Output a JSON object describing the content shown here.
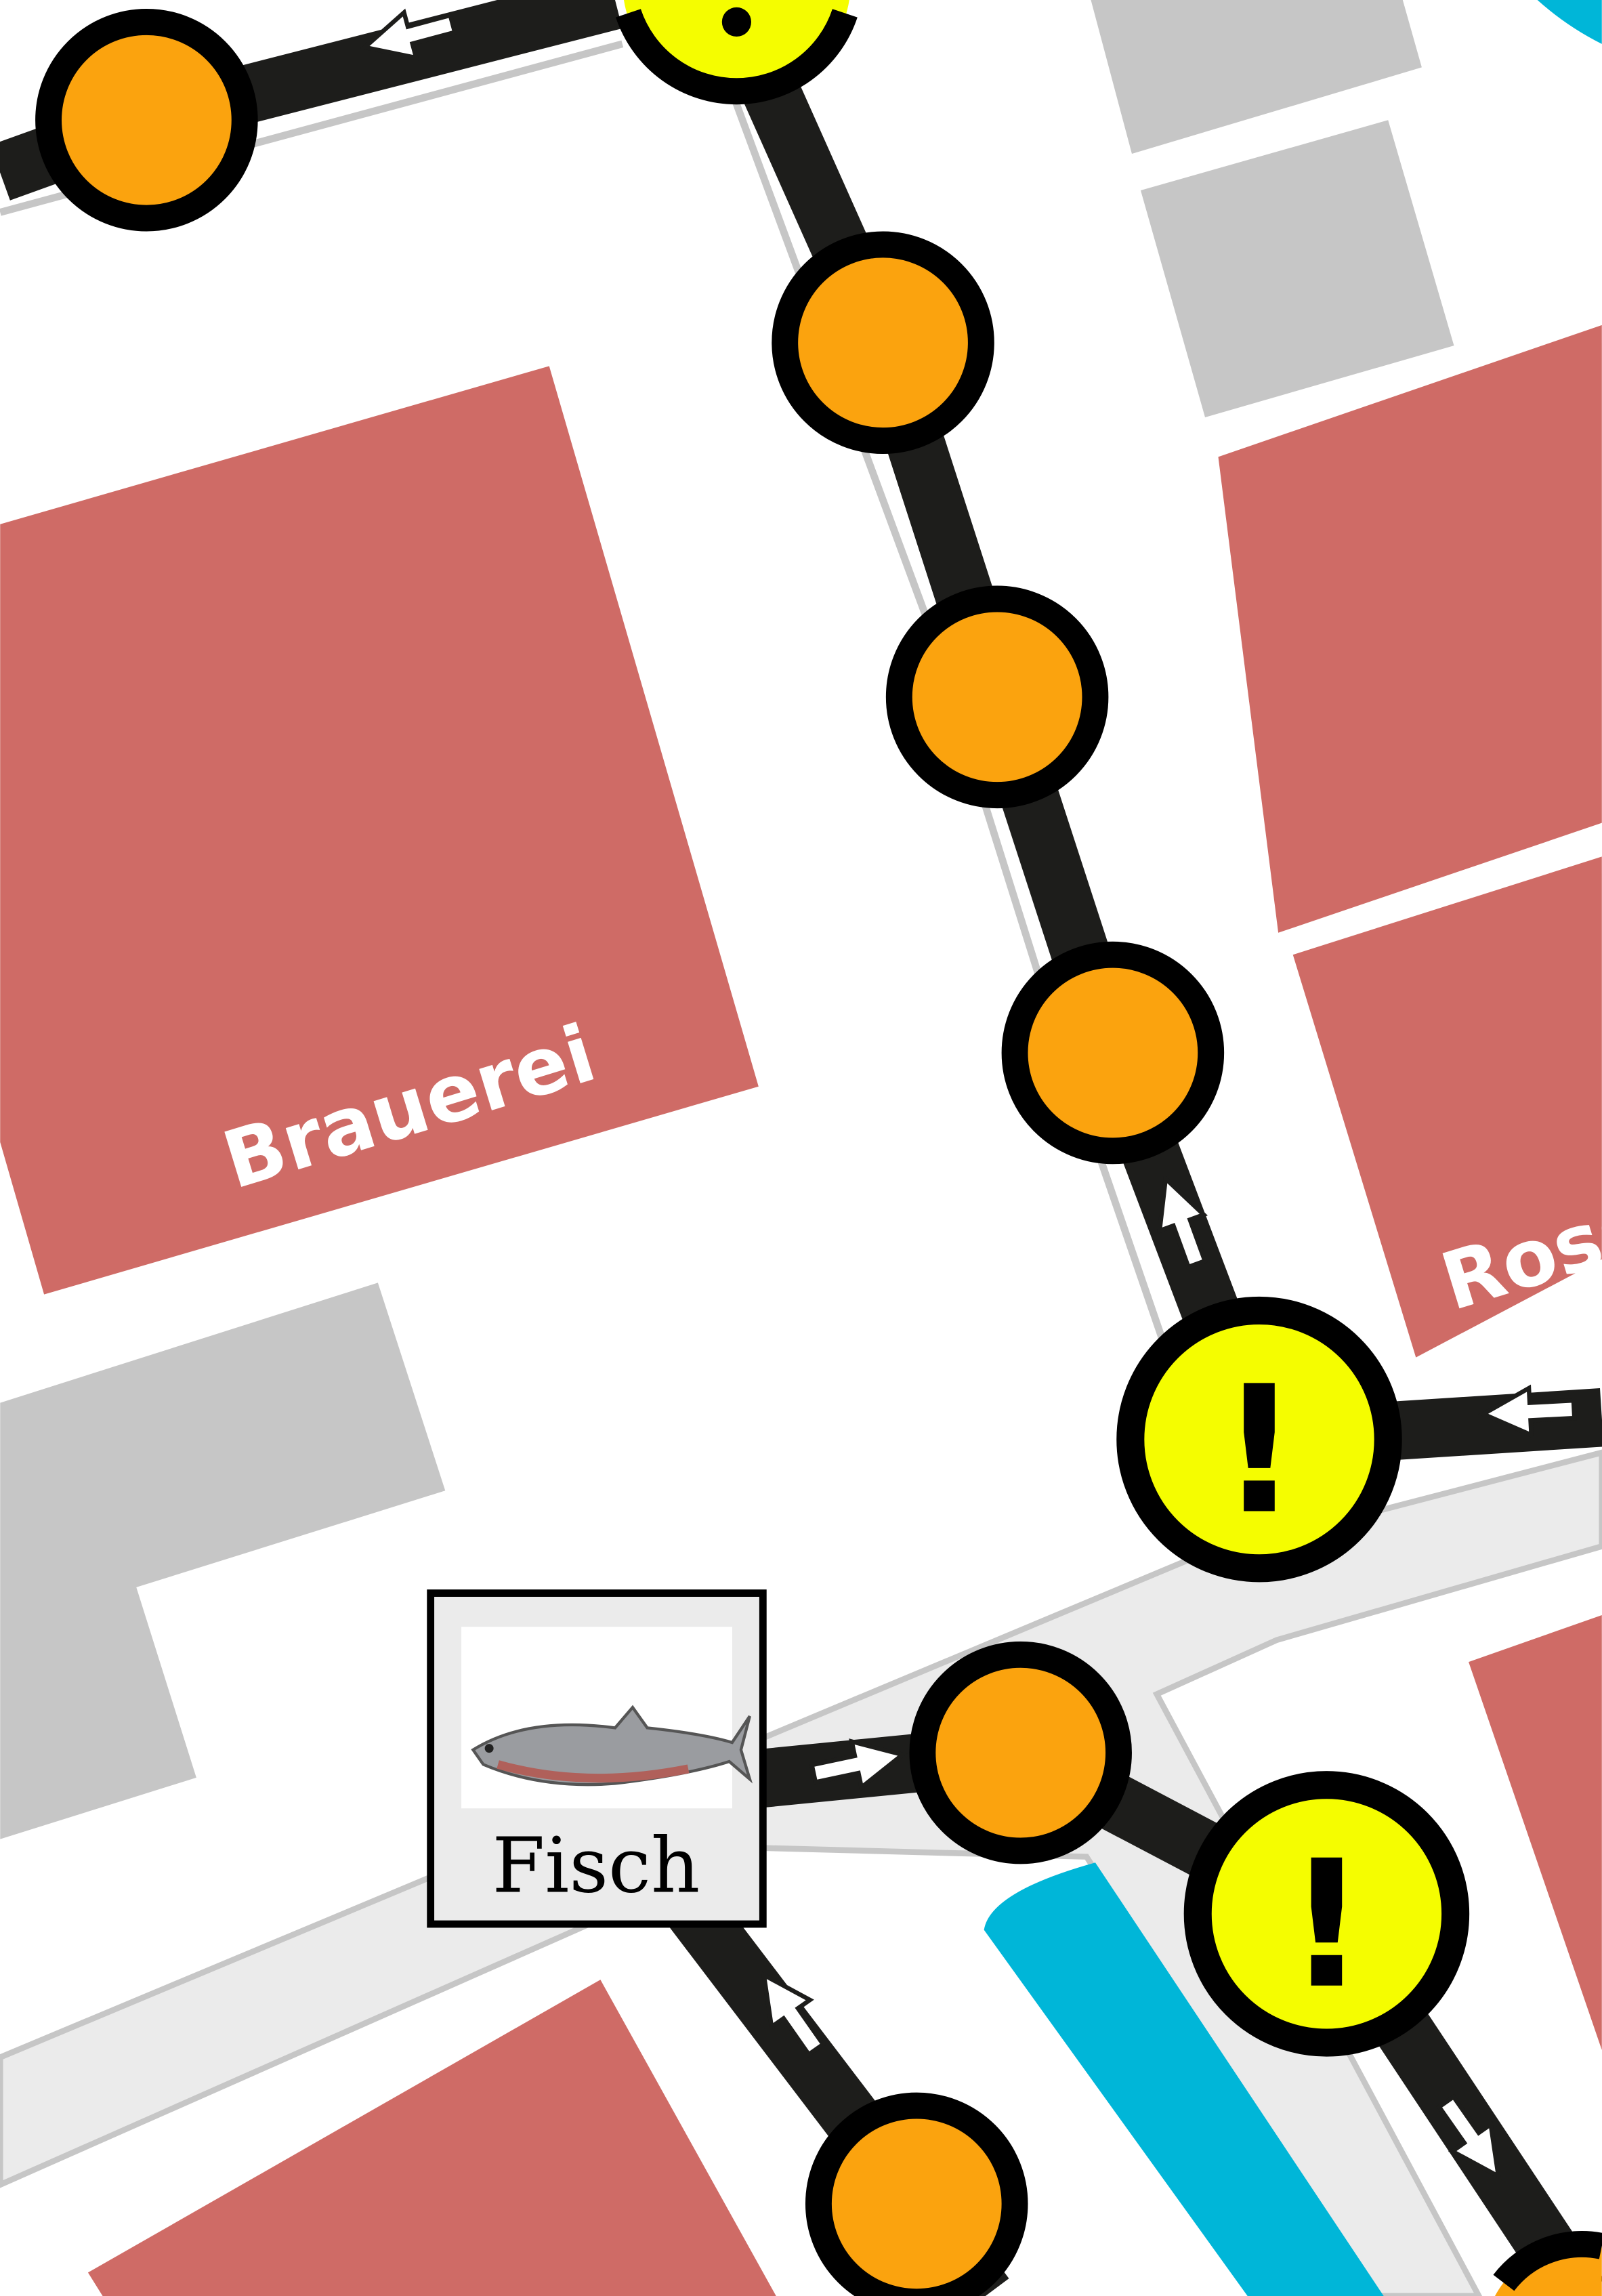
{
  "map": {
    "buildings": [
      {
        "label": "Brauerei"
      },
      {
        "label": "Ross"
      }
    ],
    "card": {
      "label": "Fisch",
      "icon": "fish-icon"
    },
    "warning_mark": "!",
    "colors": {
      "building": "#CF6B66",
      "gray_building": "#C6C6C6",
      "road": "#EBEBEB",
      "path": "#1D1D1B",
      "field": "#FBA30E",
      "event_field": "#F5FD00",
      "water": "#00B6D8"
    }
  }
}
